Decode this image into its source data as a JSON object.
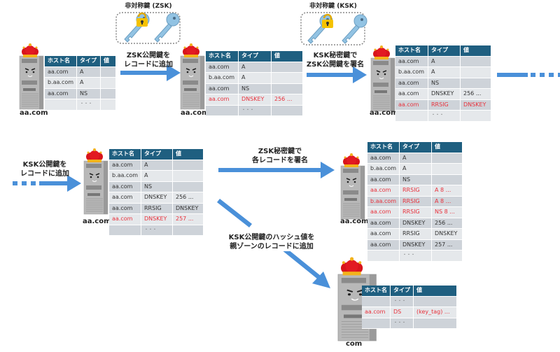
{
  "headers": [
    "ホスト名",
    "タイプ",
    "値"
  ],
  "colors": {
    "header": "#1f5f80",
    "arrow": "#4a90d9",
    "highlight": "#e8323c"
  },
  "key_boxes": [
    {
      "title": "非対称鍵 (ZSK)"
    },
    {
      "title": "非対称鍵 (KSK)"
    }
  ],
  "steps": [
    {
      "label_line1": "ZSK公開鍵を",
      "label_line2": "レコードに追加"
    },
    {
      "label_line1": "KSK秘密鍵で",
      "label_line2": "ZSK公開鍵を署名"
    },
    {
      "label_line1": "KSK公開鍵を",
      "label_line2": "レコードに追加"
    },
    {
      "label_line1": "ZSK秘密鍵で",
      "label_line2": "各レコードを署名"
    },
    {
      "label_line1": "KSK公開鍵のハッシュ値を",
      "label_line2": "親ゾーンのレコードに追加"
    }
  ],
  "servers": [
    {
      "name": "aa.com",
      "rows": [
        [
          "aa.com",
          "A",
          ""
        ],
        [
          "b.aa.com",
          "A",
          ""
        ],
        [
          "aa.com",
          "NS",
          ""
        ],
        [
          "",
          "・・・",
          ""
        ]
      ],
      "highlight": []
    },
    {
      "name": "aa.com",
      "rows": [
        [
          "aa.com",
          "A",
          ""
        ],
        [
          "b.aa.com",
          "A",
          ""
        ],
        [
          "aa.com",
          "NS",
          ""
        ],
        [
          "aa.com",
          "DNSKEY",
          "256 ..."
        ],
        [
          "",
          "・・・",
          ""
        ]
      ],
      "highlight": [
        3
      ]
    },
    {
      "name": "aa.com",
      "rows": [
        [
          "aa.com",
          "A",
          ""
        ],
        [
          "b.aa.com",
          "A",
          ""
        ],
        [
          "aa.com",
          "NS",
          ""
        ],
        [
          "aa.com",
          "DNSKEY",
          "256 ..."
        ],
        [
          "aa.com",
          "RRSIG",
          "DNSKEY"
        ],
        [
          "",
          "・・・",
          ""
        ]
      ],
      "highlight": [
        4
      ]
    },
    {
      "name": "aa.com",
      "rows": [
        [
          "aa.com",
          "A",
          ""
        ],
        [
          "b.aa.com",
          "A",
          ""
        ],
        [
          "aa.com",
          "NS",
          ""
        ],
        [
          "aa.com",
          "DNSKEY",
          "256 ..."
        ],
        [
          "aa.com",
          "RRSIG",
          "DNSKEY"
        ],
        [
          "aa.com",
          "DNSKEY",
          "257 ..."
        ],
        [
          "",
          "・・・",
          ""
        ]
      ],
      "highlight": [
        5
      ]
    },
    {
      "name": "aa.com",
      "rows": [
        [
          "aa.com",
          "A",
          ""
        ],
        [
          "b.aa.com",
          "A",
          ""
        ],
        [
          "aa.com",
          "NS",
          ""
        ],
        [
          "aa.com",
          "RRSIG",
          "A 8 ..."
        ],
        [
          "b.aa.com",
          "RRSIG",
          "A 8 ..."
        ],
        [
          "aa.com",
          "RRSIG",
          "NS 8 ..."
        ],
        [
          "aa.com",
          "DNSKEY",
          "256 ..."
        ],
        [
          "aa.com",
          "RRSIG",
          "DNSKEY"
        ],
        [
          "aa.com",
          "DNSKEY",
          "257 ..."
        ],
        [
          "",
          "・・・",
          ""
        ]
      ],
      "highlight": [
        3,
        4,
        5
      ]
    },
    {
      "name": "com",
      "rows": [
        [
          "",
          "・・・",
          ""
        ],
        [
          "aa.com",
          "DS",
          "(key_tag) ..."
        ],
        [
          "",
          "・・・",
          ""
        ]
      ],
      "highlight": [
        1
      ]
    }
  ]
}
